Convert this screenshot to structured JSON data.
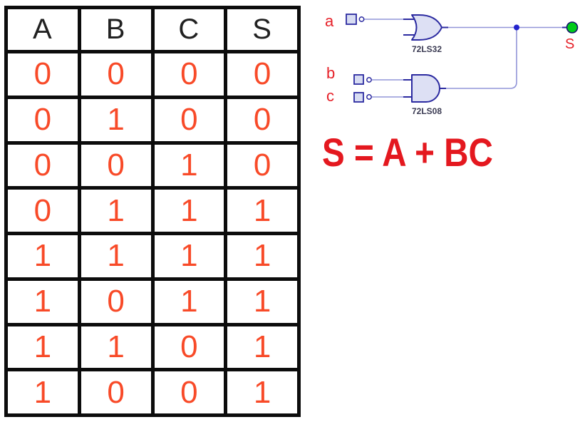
{
  "truth_table": {
    "headers": [
      "A",
      "B",
      "C",
      "S"
    ],
    "rows": [
      [
        "0",
        "0",
        "0",
        "0"
      ],
      [
        "0",
        "1",
        "0",
        "0"
      ],
      [
        "0",
        "0",
        "1",
        "0"
      ],
      [
        "0",
        "1",
        "1",
        "1"
      ],
      [
        "1",
        "1",
        "1",
        "1"
      ],
      [
        "1",
        "0",
        "1",
        "1"
      ],
      [
        "1",
        "1",
        "0",
        "1"
      ],
      [
        "1",
        "0",
        "0",
        "1"
      ]
    ],
    "digit_color": "#f84a28",
    "header_color": "#212121",
    "border_color": "#0c0c0c"
  },
  "circuit": {
    "inputs": [
      {
        "label": "a"
      },
      {
        "label": "b"
      },
      {
        "label": "c"
      }
    ],
    "output": {
      "label": "S"
    },
    "gates": [
      {
        "type": "OR",
        "chip_label": "72LS32"
      },
      {
        "type": "AND",
        "chip_label": "72LS08"
      }
    ],
    "colors": {
      "wire": "#9295d8",
      "gate_border": "#2b2aa0",
      "gate_fill": "#dde0f4",
      "pin_fill": "#d7dcf2",
      "io_label_red": "#e62129",
      "chip_label": "#3a3a52",
      "junction_blue": "#2323cd",
      "output_green": "#00cb1a"
    }
  },
  "formula": {
    "text": "S = A + BC",
    "color": "#e4181f"
  }
}
